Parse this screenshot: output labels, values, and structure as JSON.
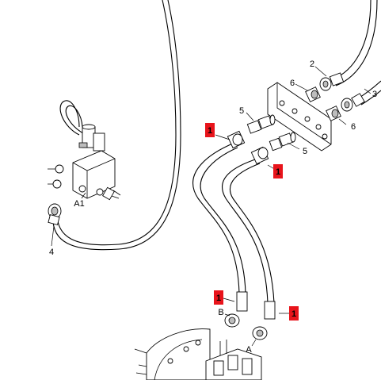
{
  "callouts": {
    "hose_item": "1",
    "item2": "2",
    "item3": "3",
    "item4": "4",
    "item5": "5",
    "item6": "6",
    "valve": "A1",
    "port_a": "A",
    "port_b": "B"
  },
  "colors": {
    "tag_red": "#e8141b",
    "line": "#000000",
    "fitting_grey": "#bdbdbd"
  }
}
